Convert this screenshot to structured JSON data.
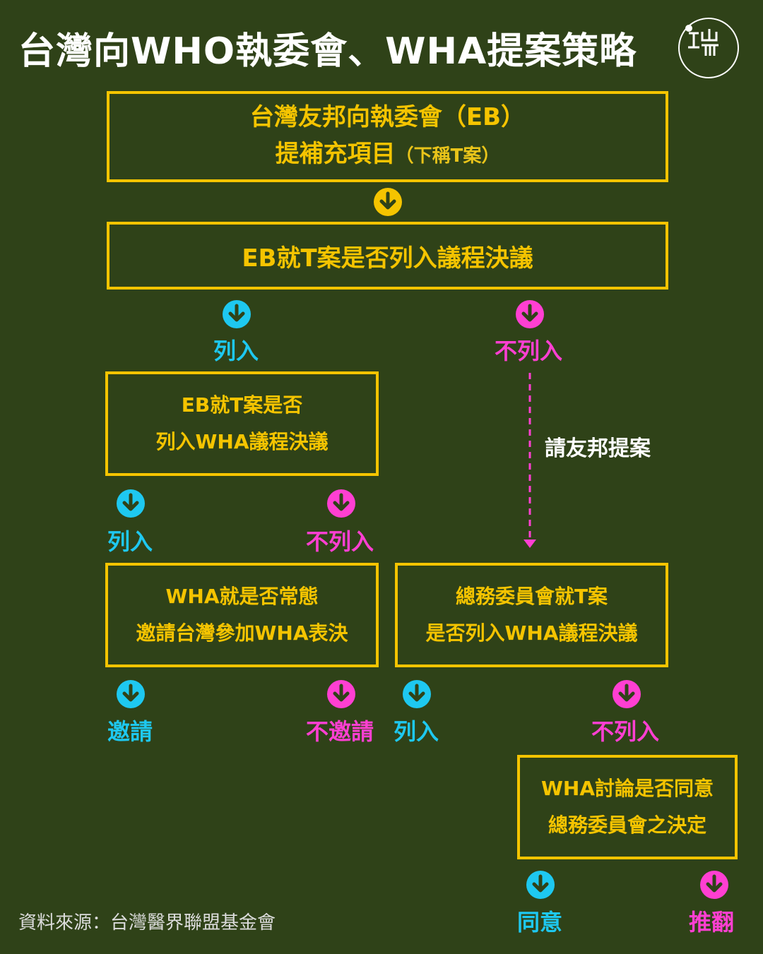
{
  "title": "台灣向WHO執委會、WHA提案策略",
  "colors": {
    "background": "#2f4218",
    "box": "#f5c400",
    "yes": "#1ec8f0",
    "no": "#ff3fd2"
  },
  "boxes": {
    "b1": {
      "line1": "台灣友邦向執委會（EB）",
      "line2": "提補充項目",
      "line2_note": "（下稱T案）"
    },
    "b2": {
      "line1": "EB就T案是否列入議程決議"
    },
    "b3": {
      "line1": "EB就T案是否",
      "line2": "列入WHA議程決議"
    },
    "b4": {
      "line1": "WHA就是否常態",
      "line2": "邀請台灣參加WHA表決"
    },
    "b5": {
      "line1": "總務委員會就T案",
      "line2": "是否列入WHA議程決議"
    },
    "b6": {
      "line1": "WHA討論是否同意",
      "line2": "總務委員會之決定"
    }
  },
  "labels": {
    "include": "列入",
    "exclude": "不列入",
    "invite": "邀請",
    "no_invite": "不邀請",
    "agree": "同意",
    "overturn": "推翻"
  },
  "note": "請友邦提案",
  "source": "資料來源：台灣醫界聯盟基金會",
  "icons": [
    "arrow-down-circle-icon",
    "logo-icon"
  ]
}
